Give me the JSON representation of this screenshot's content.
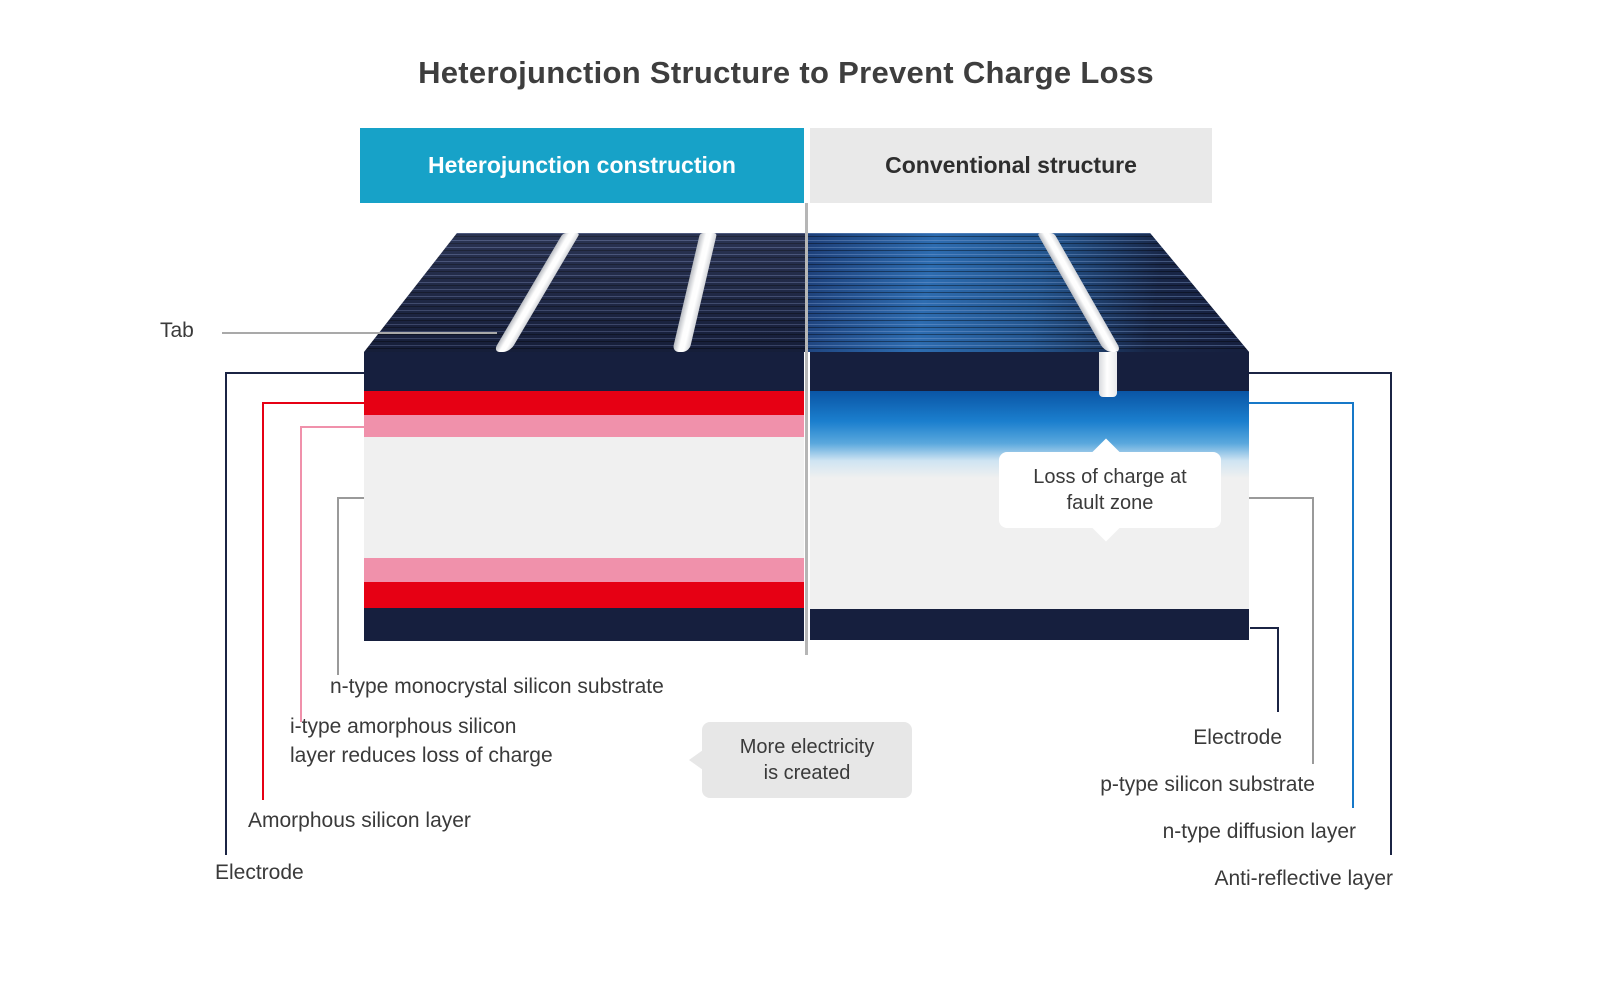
{
  "title": "Heterojunction Structure to Prevent Charge Loss",
  "tabs": {
    "left": "Heterojunction construction",
    "right": "Conventional structure"
  },
  "cell_labels": {
    "tab": "Tab",
    "substrate_left": "n-type monocrystal silicon substrate",
    "itype_line1": "i-type amorphous silicon",
    "itype_line2": "layer reduces loss of charge",
    "amorphous": "Amorphous silicon layer",
    "electrode_left": "Electrode",
    "electrode_right": "Electrode",
    "p_substrate": "p-type silicon substrate",
    "n_diffusion": "n-type diffusion layer",
    "anti_reflective": "Anti-reflective layer"
  },
  "callouts": {
    "loss_line1": "Loss of charge at",
    "loss_line2": "fault zone",
    "more_line1": "More electricity",
    "more_line2": "is created"
  },
  "colors": {
    "accent_cyan": "#17a2c8",
    "header_gray": "#e9e9e9",
    "navy": "#161f3e",
    "red": "#e60014",
    "pink": "#f091ab",
    "blue": "#1678c8",
    "substrate_gray": "#f0f0f0",
    "leader_gray": "#9a9a9a",
    "title_text": "#3e3e3e"
  }
}
